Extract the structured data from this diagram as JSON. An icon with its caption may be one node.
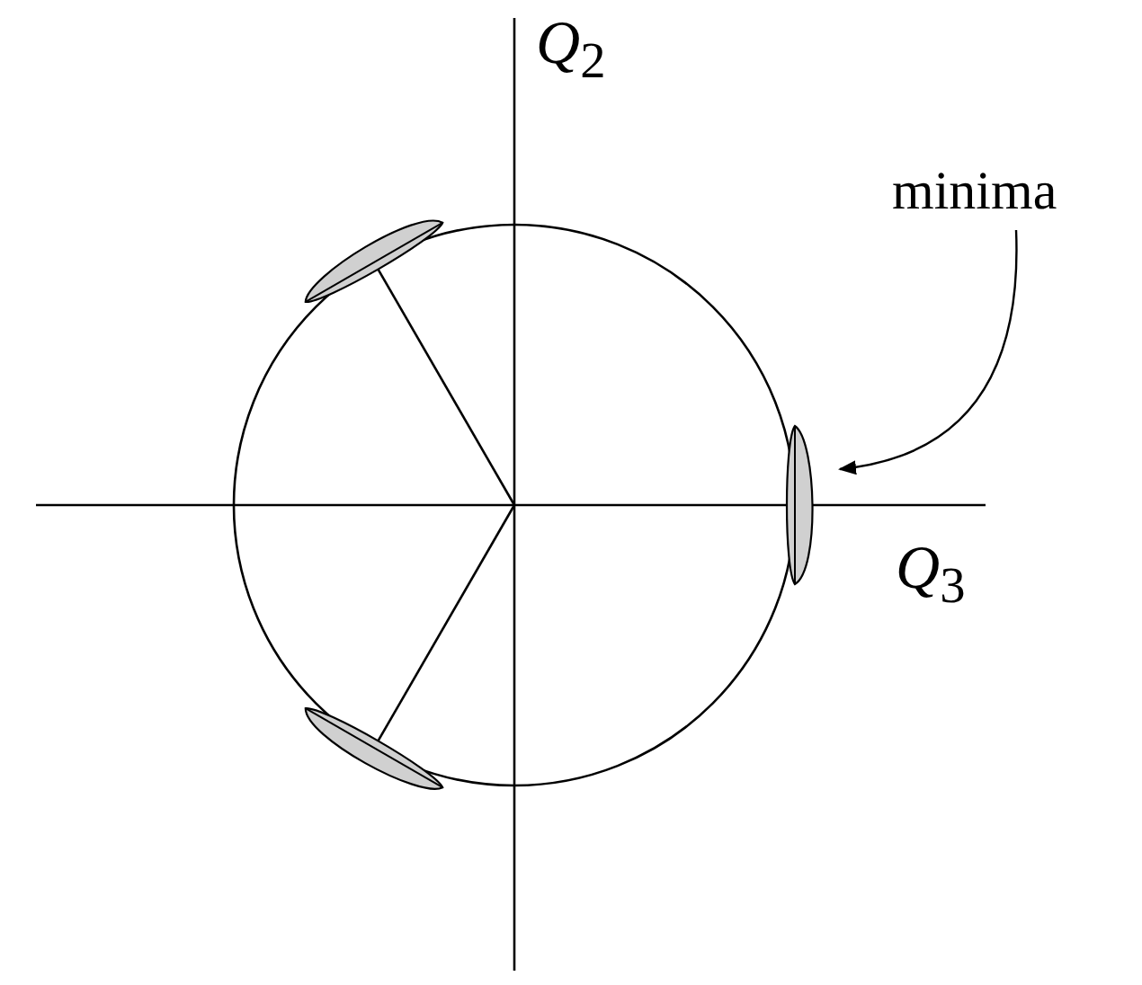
{
  "diagram": {
    "nodes": [
      {
        "text": [
          "minima"
        ]
      },
      {
        "text": [],
        "shape": "ellipse"
      }
    ],
    "edges": [
      {
        "from": 0,
        "to": 1,
        "arrow": "to"
      }
    ],
    "labels": [
      "*Q*$_{2}$",
      "*Q*$_{3}$"
    ]
  }
}
